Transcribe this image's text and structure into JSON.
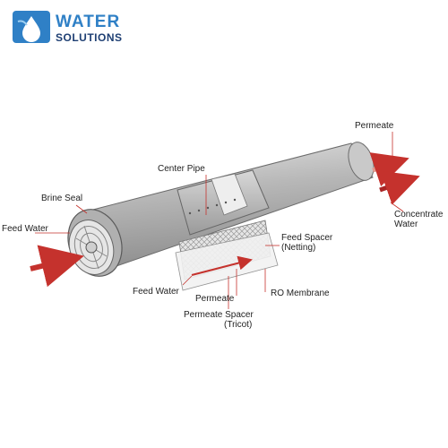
{
  "brand": {
    "word1": "WATER",
    "word2": "SOLUTIONS",
    "colors": {
      "primary": "#2f80c6",
      "dark": "#1e3f73",
      "accent": "#c5322d"
    }
  },
  "labels": {
    "permeate_top": "Permeate",
    "center_pipe": "Center Pipe",
    "brine_seal": "Brine Seal",
    "feed_water_left": "Feed Water",
    "concentrate_water_1": "Concentrate",
    "concentrate_water_2": "Water",
    "feed_spacer_1": "Feed Spacer",
    "feed_spacer_2": "(Netting)",
    "feed_water_bottom": "Feed Water",
    "permeate_bottom": "Permeate",
    "ro_membrane": "RO Membrane",
    "permeate_spacer_1": "Permeate Spacer",
    "permeate_spacer_2": "(Tricot)"
  }
}
